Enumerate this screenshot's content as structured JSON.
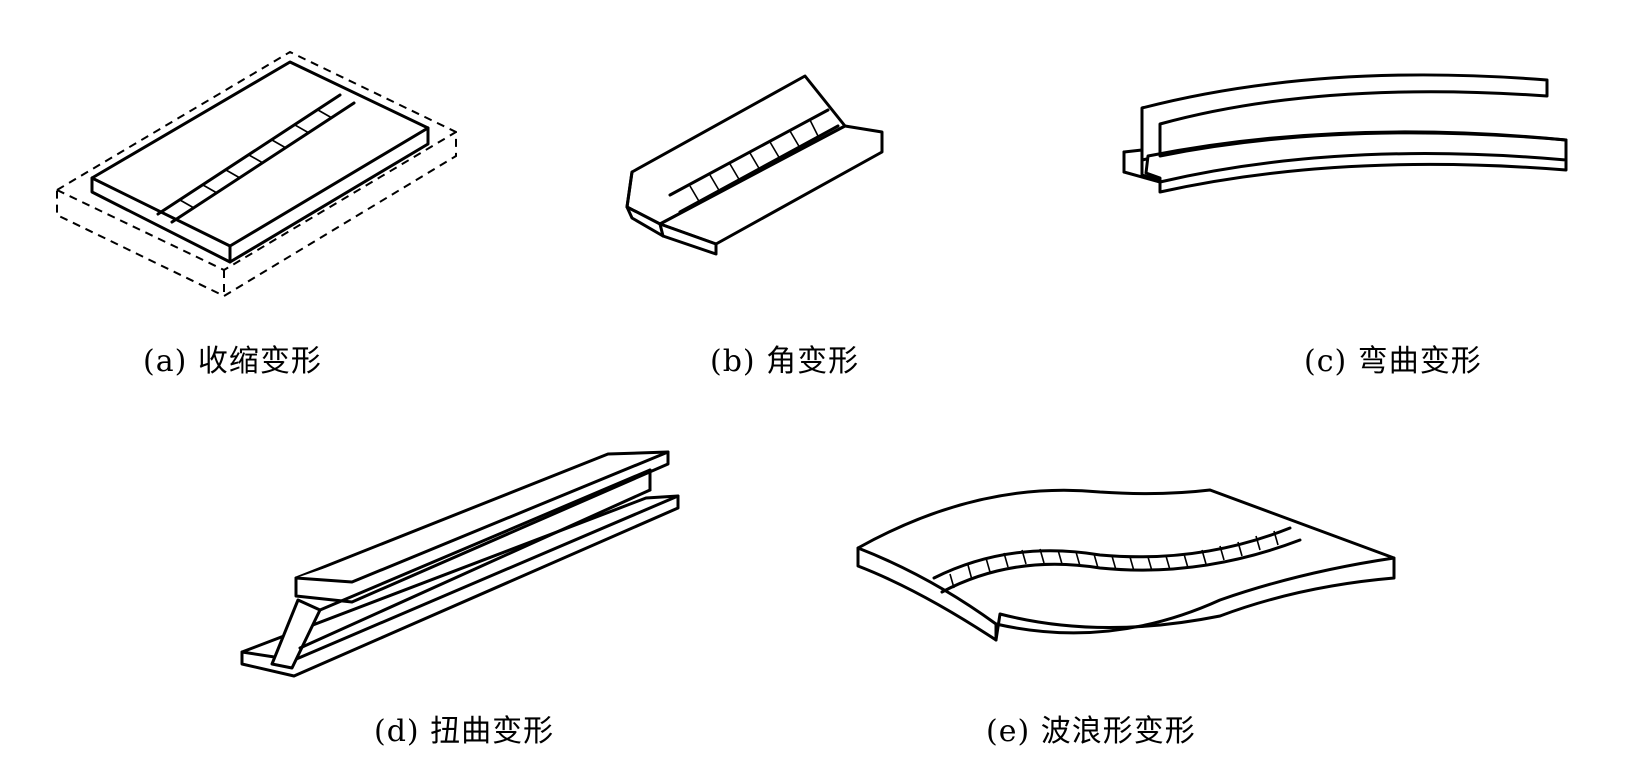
{
  "figures": [
    {
      "id": "a",
      "label": "(a) 收缩变形"
    },
    {
      "id": "b",
      "label": "(b) 角变形"
    },
    {
      "id": "c",
      "label": "(c) 弯曲变形"
    },
    {
      "id": "d",
      "label": "(d) 扭曲变形"
    },
    {
      "id": "e",
      "label": "(e) 波浪形变形"
    }
  ],
  "colors": {
    "ink": "#000000",
    "paper": "#ffffff"
  }
}
